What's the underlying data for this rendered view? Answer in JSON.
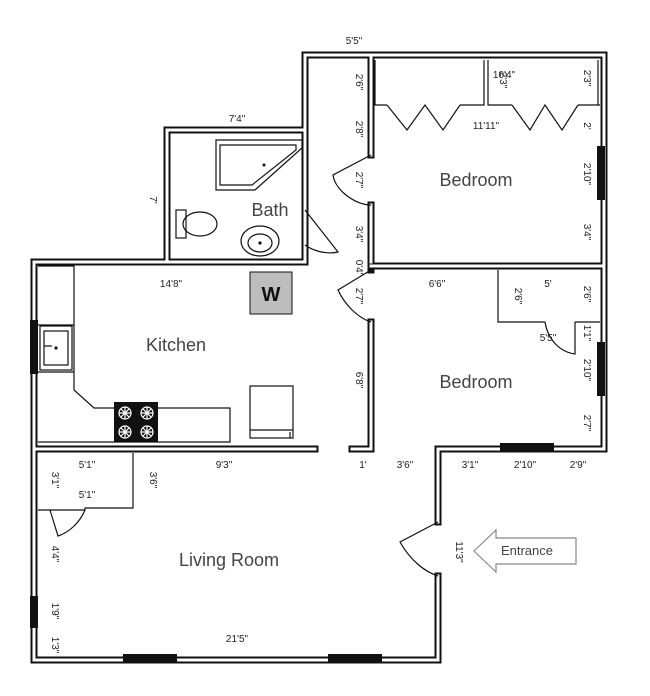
{
  "rooms": {
    "bath": "Bath",
    "kitchen": "Kitchen",
    "bedroom_top": "Bedroom",
    "bedroom_bottom": "Bedroom",
    "living": "Living Room"
  },
  "washer_label": "W",
  "entrance_label": "Entrance",
  "dims": {
    "top_5_5": "5'5\"",
    "hall_2_6": "2'6\"",
    "hall_2_8": "2'8\"",
    "hall_2_7a": "2'7\"",
    "hall_3_4": "3'4\"",
    "hall_0_4": "0'4\"",
    "hall_2_7b": "2'7\"",
    "hall_6_8": "6'8\"",
    "bath_7_4": "7'4\"",
    "bath_7": "7'",
    "bed1_10_4": "10'4\"",
    "bed1_2_3": "2'3\"",
    "bed1_2_3b": "2'3\"",
    "bed1_11_11": "11'11\"",
    "bed1_2": "2'",
    "bed1_2_10": "2'10\"",
    "bed1_3_4": "3'4\"",
    "kitchen_14_8": "14'8\"",
    "bed2_6_6": "6'6\"",
    "bed2_5": "5'",
    "bed2_2_6": "2'6\"",
    "bed2_2_6b": "2'6\"",
    "bed2_5_5": "5'5\"",
    "bed2_1_1": "1'1\"",
    "bed2_2_10": "2'10\"",
    "bed2_2_7": "2'7\"",
    "mid_1": "1'",
    "mid_3_6": "3'6\"",
    "mid_3_1": "3'1\"",
    "mid_2_10": "2'10\"",
    "mid_2_9": "2'9\"",
    "closet_5_1a": "5'1\"",
    "closet_5_1b": "5'1\"",
    "closet_3_1": "3'1\"",
    "closet_3_6": "3'6\"",
    "kitchen_9_3": "9'3\"",
    "living_4_4": "4'4\"",
    "living_1_9": "1'9\"",
    "living_1_3": "1'3\"",
    "living_11_3": "11'3\"",
    "living_21_5": "21'5\""
  }
}
